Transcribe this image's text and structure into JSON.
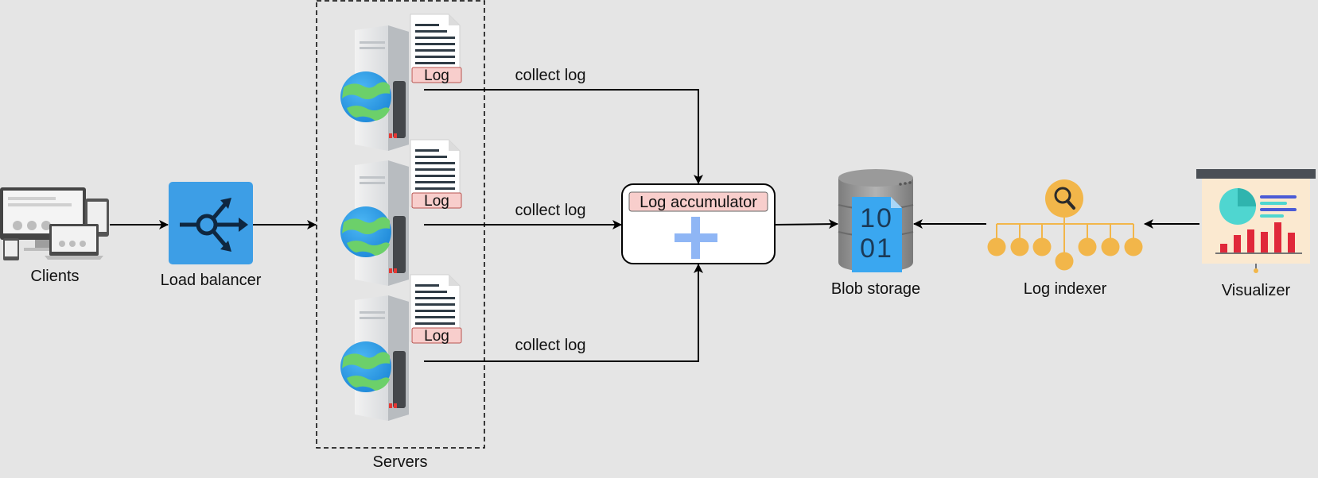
{
  "nodes": {
    "clients": "Clients",
    "load_balancer": "Load balancer",
    "servers": "Servers",
    "log_accumulator": "Log accumulator",
    "blob_storage": "Blob storage",
    "log_indexer": "Log indexer",
    "visualizer": "Visualizer"
  },
  "server_log_tag": "Log",
  "edges": {
    "server1": "collect log",
    "server2": "collect log",
    "server3": "collect log"
  },
  "blob_bits": {
    "top": "10",
    "bottom": "01"
  },
  "colors": {
    "background": "#e5e5e5",
    "load_balancer_fill": "#3d9ee6",
    "log_tag_fill": "#f8cecc",
    "storage_blue": "#3aa7f0",
    "indexer_orange": "#f2b64a",
    "bar_red": "#e0283a",
    "pie_teal": "#4fd6d0",
    "plus_blue": "#8fb6f5"
  }
}
